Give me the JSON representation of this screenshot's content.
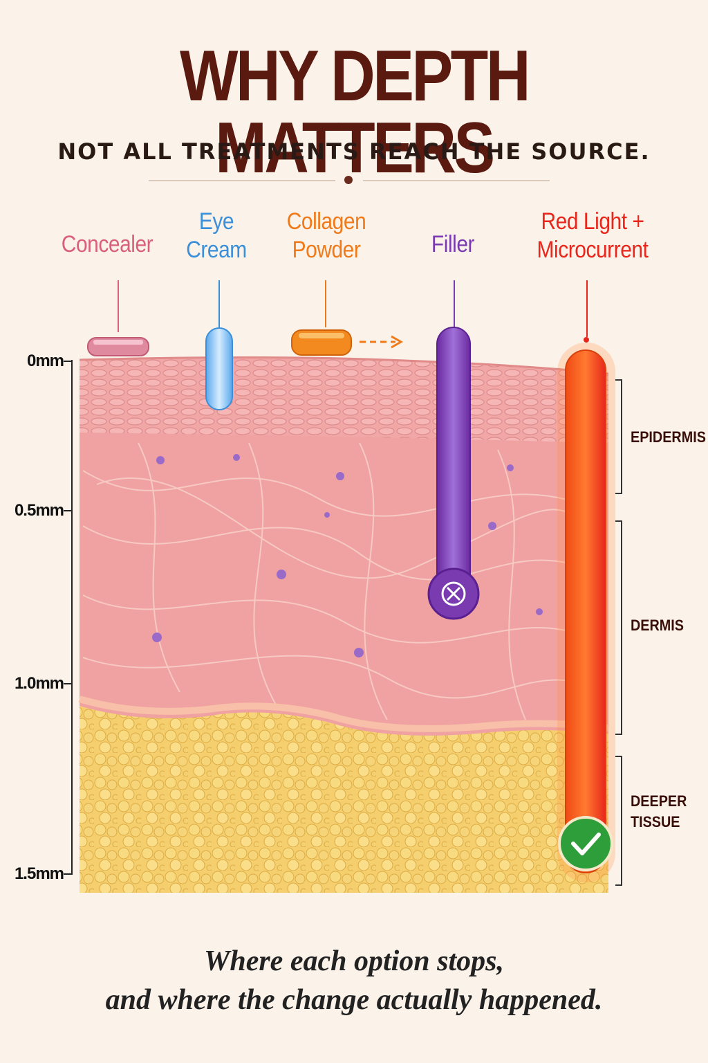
{
  "header": {
    "title": "WHY DEPTH MATTERS",
    "subtitle": "NOT ALL TREATMENTS REACH THE SOURCE."
  },
  "treatments": [
    {
      "label": "Concealer",
      "color": "#d9607a",
      "stops_at": "surface"
    },
    {
      "label": "Eye Cream",
      "color": "#3a8fd8",
      "stops_at": "epidermis"
    },
    {
      "label": "Collagen Powder",
      "color": "#f07a1a",
      "stops_at": "surface"
    },
    {
      "label": "Filler",
      "color": "#7a3ab0",
      "stops_at": "dermis"
    },
    {
      "label": "Red Light + Microcurrent",
      "color": "#e8261c",
      "stops_at": "deeper tissue"
    }
  ],
  "depth_axis": [
    "0mm",
    "0.5mm",
    "1.0mm",
    "1.5mm"
  ],
  "layers": [
    {
      "label": "EPIDERMIS"
    },
    {
      "label": "DERMIS"
    },
    {
      "label": "DEEPER TISSUE"
    }
  ],
  "caption": {
    "line1": "Where each option stops,",
    "line2": "and where the change actually happened."
  },
  "colors": {
    "background": "#fbf3ea",
    "title": "#5a1a10",
    "epidermis": "#f2a7a7",
    "dermis": "#f0a2a2",
    "fat": "#f5cf6e",
    "check": "#2e9e3a"
  },
  "icons": [
    "x-circle-icon",
    "check-circle-icon",
    "arrow-right-icon"
  ]
}
